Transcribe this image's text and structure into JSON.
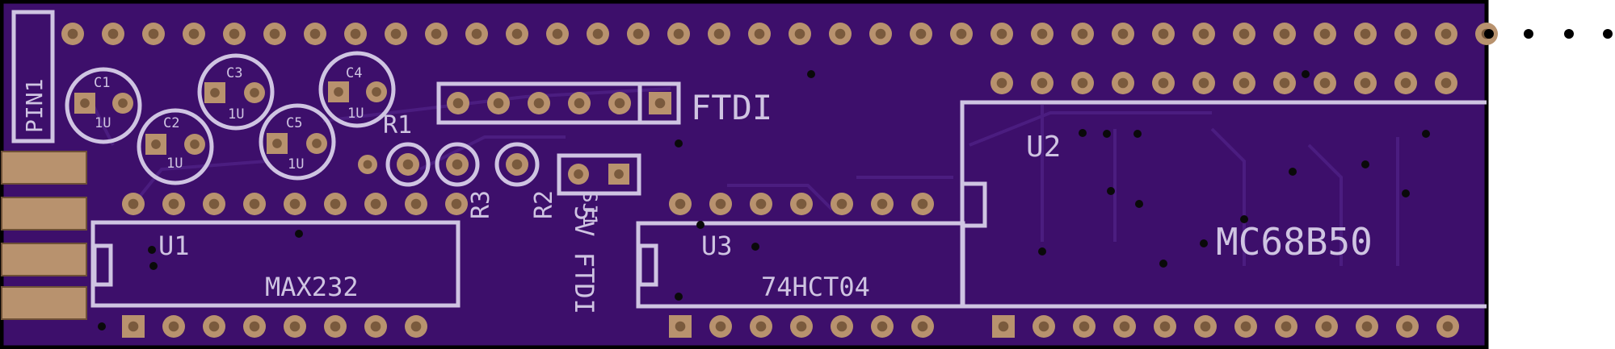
{
  "board": {
    "board_color": "#3d0f6b",
    "trace_color": "#4a1c7c",
    "silk_color": "#cfc4e2",
    "pad_color": "#b8926e",
    "pad_inner_color": "#7a5a3d",
    "labels": {
      "pin1": "PIN1",
      "c1": "C1",
      "c2": "C2",
      "c3": "C3",
      "c4": "C4",
      "c5": "C5",
      "cap_value": "1U",
      "r1": "R1",
      "r2": "R2",
      "r3": "R3",
      "ftdi": "FTDI",
      "five_v_ftdi": "5V FTDI",
      "sj1": "SJ1",
      "u1": "U1",
      "u1_part": "MAX232",
      "u2": "U2",
      "u2_part": "MC68B50",
      "u3": "U3",
      "u3_part": "74HCT04"
    }
  }
}
